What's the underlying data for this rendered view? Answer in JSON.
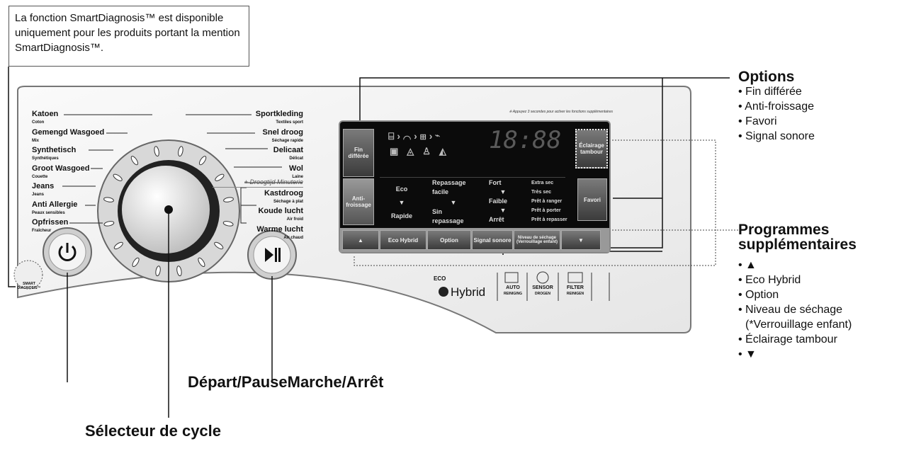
{
  "callout": {
    "text": "La fonction SmartDiagnosis™ est disponible uniquement pour les produits portant la mention SmartDiagnosis™."
  },
  "smart_diagnosis_label": "SMART DIAGNOSIS™",
  "dial_left": [
    {
      "nl": "Katoen",
      "fr": "Coton"
    },
    {
      "nl": "Gemengd Wasgoed",
      "fr": "Mix"
    },
    {
      "nl": "Synthetisch",
      "fr": "Synthétiques"
    },
    {
      "nl": "Groot Wasgoed",
      "fr": "Couette"
    },
    {
      "nl": "Jeans",
      "fr": "Jeans"
    },
    {
      "nl": "Anti Allergie",
      "fr": "Peaux sensibles"
    },
    {
      "nl": "Opfrissen",
      "fr": "Fraîcheur"
    }
  ],
  "dial_right": [
    {
      "nl": "Sportkleding",
      "fr": "Textiles sport"
    },
    {
      "nl": "Snel droog",
      "fr": "Séchage rapide"
    },
    {
      "nl": "Delicaat",
      "fr": "Délicat"
    },
    {
      "nl": "Wol",
      "fr": "Laine"
    },
    {
      "nl": "Kastdroog",
      "fr": "Séchage à plat"
    },
    {
      "nl": "Koude lucht",
      "fr": "Air froid"
    },
    {
      "nl": "Warme lucht",
      "fr": "Air chaud"
    }
  ],
  "droogtijd": "+ Droogtijd Minuterie",
  "display": {
    "hint": "※ Appuyez 3 secondes pour activer les fonctions supplémentaires",
    "time": "18:88",
    "left_buttons": [
      "Fin différée",
      "Anti-froissage"
    ],
    "right_buttons": [
      "Éclairage tambour",
      "Favori"
    ],
    "col1": [
      "Eco",
      "▼",
      "Rapide"
    ],
    "col2": [
      "Repassage facile",
      "▼",
      "Sin repassage"
    ],
    "col3": [
      "Fort",
      "▼",
      "Faible",
      "▼",
      "Arrêt"
    ],
    "col4": [
      "Extra sec",
      "Très sec",
      "Prêt à ranger",
      "Prêt à porter",
      "Prêt à repasser"
    ],
    "bottom_buttons": [
      "▲",
      "Eco Hybrid",
      "Option",
      "Signal sonore",
      "Niveau de séchage (Verrouillage enfant)",
      "▼"
    ]
  },
  "logos": {
    "eco": "ECO",
    "hybrid": "Hybrid",
    "auto": "AUTO",
    "auto_sub": "REINIGING",
    "sensor": "SENSOR",
    "sensor_sub": "DROGEN",
    "filter": "FILTER",
    "filter_sub": "REINIGEN"
  },
  "labels": {
    "start": "Départ/PauseMarche/Arrêt",
    "selector": "Sélecteur de cycle"
  },
  "options": {
    "title": "Options",
    "items": [
      "• Fin différée",
      "• Anti-froissage",
      "• Favori",
      "• Signal sonore"
    ]
  },
  "programmes": {
    "title_line1": "Programmes",
    "title_line2": "supplémentaires",
    "items": [
      "• ▲",
      "• Eco Hybrid",
      "• Option",
      "• Niveau de séchage",
      "(*Verrouillage enfant)",
      "• Éclairage tambour",
      "• ▼"
    ]
  }
}
